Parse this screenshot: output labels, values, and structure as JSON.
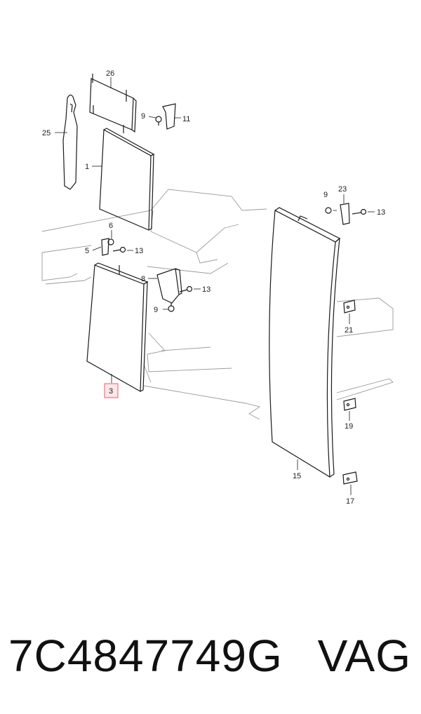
{
  "diagram": {
    "callouts": {
      "c1": "1",
      "c3": "3",
      "c5": "5",
      "c6": "6",
      "c8": "8",
      "c9a": "9",
      "c9b": "9",
      "c9c": "9",
      "c11": "11",
      "c13a": "13",
      "c13b": "13",
      "c13c": "13",
      "c15": "15",
      "c17": "17",
      "c19": "19",
      "c21": "21",
      "c23": "23",
      "c25": "25",
      "c26": "26"
    },
    "highlight_color": "#e06070",
    "highlight_fill": "#fbe6e8"
  },
  "caption": {
    "part_number": "7C4847749G",
    "brand": "VAG"
  }
}
